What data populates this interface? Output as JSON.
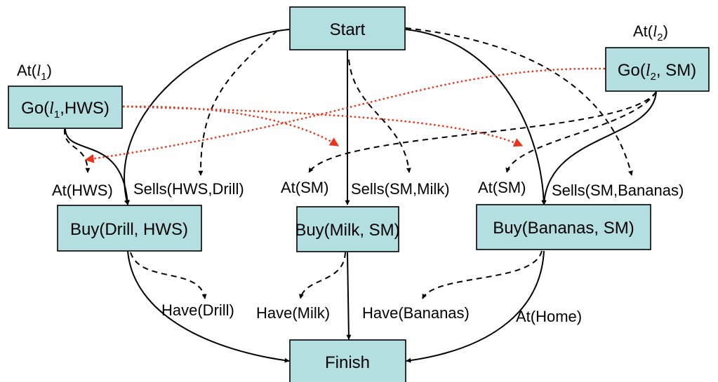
{
  "nodes": {
    "start": "Start",
    "finish": "Finish",
    "buy_drill": "Buy(Drill, HWS)",
    "buy_milk": "Buy(Milk, SM)",
    "buy_bananas": "Buy(Bananas, SM)",
    "go_l1": {
      "pre": "Go(",
      "var": "l",
      "sub": "1",
      "post": ",HWS)"
    },
    "go_l2": {
      "pre": "Go(",
      "var": "l",
      "sub": "2",
      "post": ", SM)"
    }
  },
  "labels": {
    "at_l1": {
      "pre": "At(",
      "var": "l",
      "sub": "1",
      "post": ")"
    },
    "at_l2": {
      "pre": "At(",
      "var": "l",
      "sub": "2",
      "post": ")"
    },
    "at_hws": "At(HWS)",
    "sells_hws_drill": "Sells(HWS,Drill)",
    "at_sm_1": "At(SM)",
    "sells_sm_milk": "Sells(SM,Milk)",
    "at_sm_2": "At(SM)",
    "sells_sm_bananas": "Sells(SM,Bananas)",
    "have_drill": "Have(Drill)",
    "have_milk": "Have(Milk)",
    "have_bananas": "Have(Bananas)",
    "at_home": "At(Home)"
  },
  "colors": {
    "box_fill": "#b3dfe1",
    "causal_link": "#000000",
    "threat_link": "#e8341c"
  }
}
